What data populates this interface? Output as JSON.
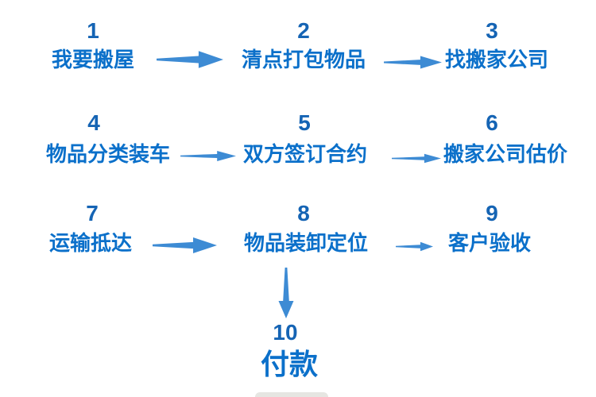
{
  "flowchart": {
    "language": "zh",
    "topic": "搬家流程",
    "colors": {
      "background": "#ffffff",
      "step_number": "#1564b4",
      "step_label": "#0b70ca",
      "arrow": "#3d8bd4"
    },
    "steps": [
      {
        "number": "1",
        "label": "我要搬屋"
      },
      {
        "number": "2",
        "label": "清点打包物品"
      },
      {
        "number": "3",
        "label": "找搬家公司"
      },
      {
        "number": "4",
        "label": "物品分类装车"
      },
      {
        "number": "5",
        "label": "双方签订合约"
      },
      {
        "number": "6",
        "label": "搬家公司估价"
      },
      {
        "number": "7",
        "label": "运输抵达"
      },
      {
        "number": "8",
        "label": "物品装卸定位"
      },
      {
        "number": "9",
        "label": "客户验收"
      },
      {
        "number": "10",
        "label": "付款"
      }
    ],
    "connections": [
      {
        "from": "1",
        "to": "2",
        "direction": "right"
      },
      {
        "from": "2",
        "to": "3",
        "direction": "right"
      },
      {
        "from": "4",
        "to": "5",
        "direction": "right"
      },
      {
        "from": "5",
        "to": "6",
        "direction": "right"
      },
      {
        "from": "7",
        "to": "8",
        "direction": "right"
      },
      {
        "from": "8",
        "to": "9",
        "direction": "right"
      },
      {
        "from": "8",
        "to": "10",
        "direction": "down"
      }
    ]
  }
}
